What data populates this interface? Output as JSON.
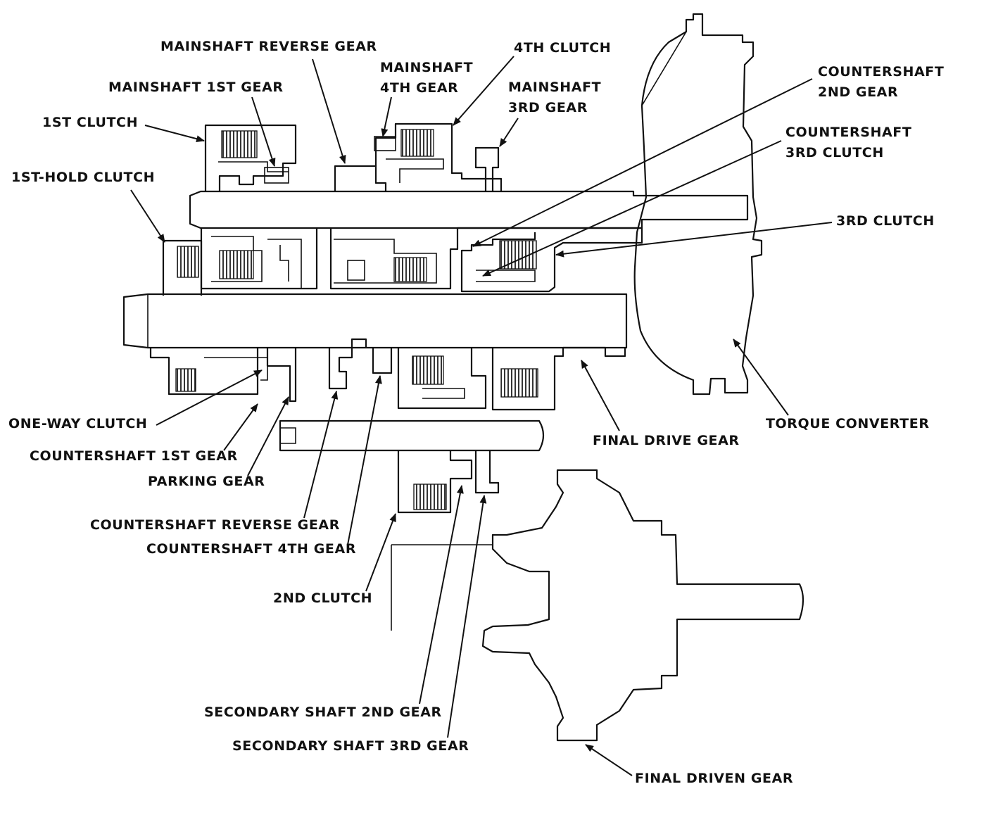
{
  "labels": {
    "mainshaft_reverse_gear": "MAINSHAFT REVERSE GEAR",
    "fourth_clutch": "4TH CLUTCH",
    "mainshaft_4th_gear": "MAINSHAFT\n4TH GEAR",
    "mainshaft_1st_gear": "MAINSHAFT 1ST GEAR",
    "mainshaft_3rd_gear": "MAINSHAFT\n3RD GEAR",
    "countershaft_2nd_gear": "COUNTERSHAFT\n2ND GEAR",
    "first_clutch": "1ST CLUTCH",
    "countershaft_3rd_clutch": "COUNTERSHAFT\n3RD CLUTCH",
    "first_hold_clutch": "1ST-HOLD CLUTCH",
    "third_clutch": "3RD CLUTCH",
    "one_way_clutch": "ONE-WAY CLUTCH",
    "torque_converter": "TORQUE CONVERTER",
    "final_drive_gear": "FINAL DRIVE GEAR",
    "countershaft_1st_gear": "COUNTERSHAFT 1ST GEAR",
    "parking_gear": "PARKING GEAR",
    "countershaft_reverse_gear": "COUNTERSHAFT REVERSE GEAR",
    "countershaft_4th_gear": "COUNTERSHAFT 4TH GEAR",
    "second_clutch": "2ND CLUTCH",
    "secondary_shaft_2nd_gear": "SECONDARY SHAFT 2ND GEAR",
    "secondary_shaft_3rd_gear": "SECONDARY SHAFT 3RD GEAR",
    "final_driven_gear": "FINAL DRIVEN GEAR"
  },
  "colors": {
    "ink": "#111111",
    "paper": "#ffffff"
  }
}
